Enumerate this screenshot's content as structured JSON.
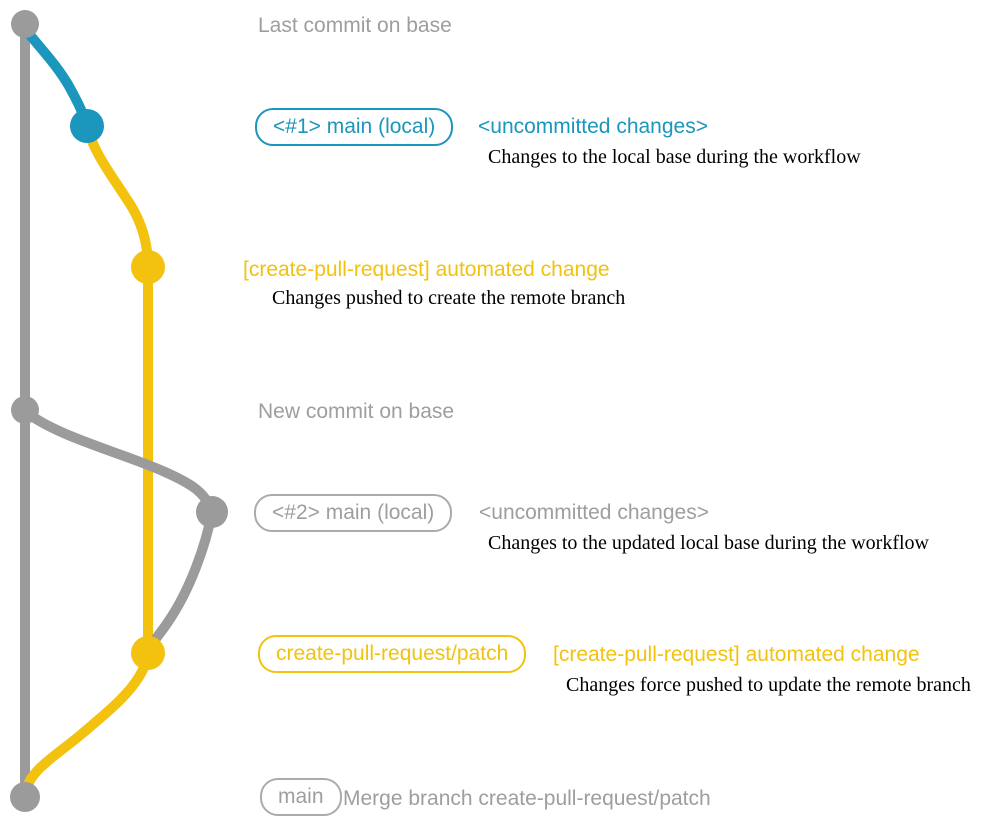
{
  "colors": {
    "background": "#ffffff",
    "gray": "#9b9b9b",
    "gray_text": "#9e9e9e",
    "gray_border": "#ababab",
    "blue": "#1b96bc",
    "yellow": "#f2c20e",
    "note_text": "#000000"
  },
  "graph": {
    "branches": [
      "base",
      "local-main",
      "create-pull-request-patch"
    ],
    "nodes": [
      "last-commit-on-base",
      "local-main-1",
      "automated-change-1",
      "new-commit-on-base",
      "local-main-2",
      "automated-change-2",
      "merge-commit"
    ]
  },
  "annotations": {
    "last_commit": "Last commit on base",
    "step1": {
      "branch_badge": "<#1> main (local)",
      "status": "<uncommitted changes>",
      "note": "Changes to the local base during the workflow"
    },
    "step2": {
      "message": "[create-pull-request] automated change",
      "note": "Changes pushed to create the remote branch"
    },
    "new_commit": "New commit on base",
    "step3": {
      "branch_badge": "<#2> main (local)",
      "status": "<uncommitted changes>",
      "note": "Changes to the updated local base during the workflow"
    },
    "step4": {
      "branch_badge": "create-pull-request/patch",
      "message": "[create-pull-request] automated change",
      "note": "Changes force pushed to update the remote branch"
    },
    "merge": {
      "branch_badge": "main",
      "message": "Merge branch create-pull-request/patch"
    }
  }
}
